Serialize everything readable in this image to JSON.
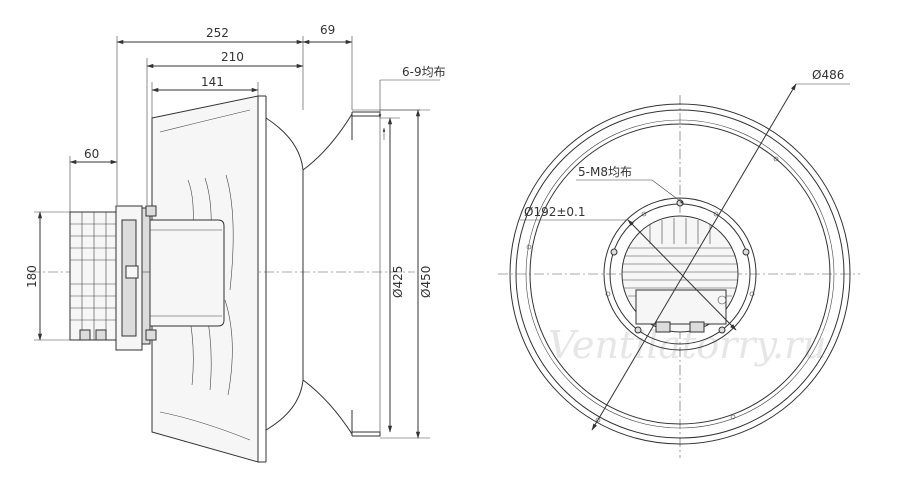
{
  "side_view": {
    "dim_overall_depth": "252",
    "dim_inlet_depth": "210",
    "dim_impeller_depth": "141",
    "dim_flange_width": "69",
    "dim_motor_overhang": "60",
    "dim_motor_height": "180",
    "dim_inner_diameter": "Ø425",
    "dim_outer_diameter": "Ø450",
    "note_holes": "6-9均布"
  },
  "front_view": {
    "dim_outer_diameter": "Ø486",
    "note_threads": "5-M8均布",
    "dim_motor_circle": "Ø192±0.1"
  },
  "watermark": "Ventilatorry.ru"
}
